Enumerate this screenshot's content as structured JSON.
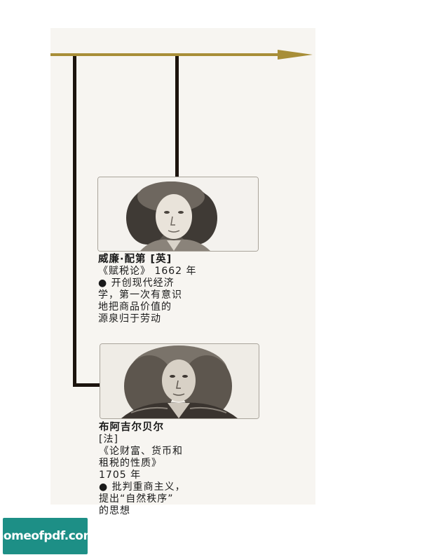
{
  "colors": {
    "arrow": "#a88e38",
    "branch": "#1c140e",
    "watermark_bg": "#1d8f86"
  },
  "entries": [
    {
      "name": "威廉·配第  [英]",
      "work": "《赋税论》 1662 年",
      "desc": [
        "● 开创现代经济",
        "学，第一次有意识",
        "地把商品价值的",
        "源泉归于劳动"
      ]
    },
    {
      "name": "布阿吉尔贝尔",
      "country": " [法]",
      "work": "《论财富、货币和",
      "work2": "租税的性质》",
      "year": "1705 年",
      "desc": [
        "● 批判重商主义，",
        "提出“自然秩序”",
        "的思想"
      ]
    }
  ],
  "watermark": "homeofpdf.com"
}
